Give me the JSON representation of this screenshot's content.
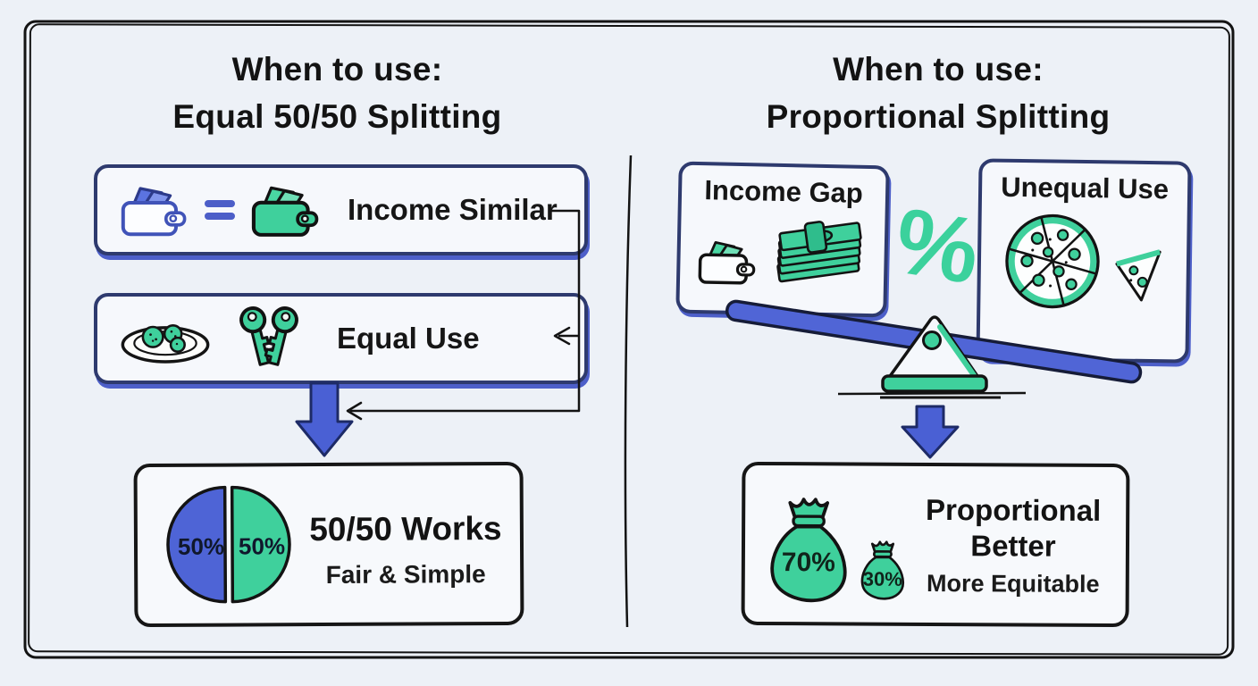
{
  "left": {
    "title_line1": "When to use:",
    "title_line2": "Equal 50/50 Splitting",
    "conditions": [
      {
        "label": "Income Similar"
      },
      {
        "label": "Equal Use"
      }
    ],
    "result": {
      "title": "50/50 Works",
      "subtitle": "Fair & Simple",
      "pie": {
        "left_label": "50%",
        "right_label": "50%",
        "left_value": 50,
        "right_value": 50
      }
    }
  },
  "right": {
    "title_line1": "When to use:",
    "title_line2": "Proportional Splitting",
    "conditions": [
      {
        "label": "Income Gap"
      },
      {
        "label": "Unequal Use"
      }
    ],
    "percent_symbol": "%",
    "result": {
      "title_line1": "Proportional",
      "title_line2": "Better",
      "subtitle": "More Equitable",
      "bags": [
        {
          "label": "70%"
        },
        {
          "label": "30%"
        }
      ]
    }
  },
  "colors": {
    "background": "#edf1f7",
    "panel_background": "#f6f8fc",
    "ink": "#161616",
    "navy_border": "#2e3a6e",
    "indigo_shadow": "#4d5fc9",
    "blue": "#4e63d4",
    "green": "#3fd09c"
  }
}
